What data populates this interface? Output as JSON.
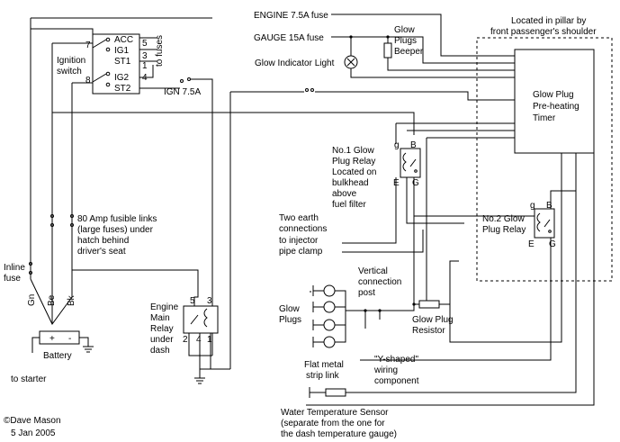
{
  "labels": {
    "engine_fuse": "ENGINE 7.5A fuse",
    "gauge_fuse": "GAUGE 15A fuse",
    "glow_indicator": "Glow Indicator Light",
    "glow_beeper_1": "Glow",
    "glow_beeper_2": "Plugs",
    "glow_beeper_3": "Beeper",
    "pillar_1": "Located in pillar by",
    "pillar_2": "front passenger's shoulder",
    "timer_1": "Glow Plug",
    "timer_2": "Pre-heating",
    "timer_3": "Timer",
    "ign_1": "Ignition",
    "ign_2": "switch",
    "acc": "ACC",
    "ig1": "IG1",
    "st1": "ST1",
    "ig2": "IG2",
    "st2": "ST2",
    "pin7": "7",
    "pin8": "8",
    "pin5": "5",
    "pin4": "4",
    "pin3": "3",
    "pin1": "1",
    "pin2": "2",
    "to_fuses": "to fuses",
    "ign_fuse": "IGN 7.5A",
    "relay1_1": "No.1 Glow",
    "relay1_2": "Plug Relay",
    "relay1_3": "Located on",
    "relay1_4": "bulkhead",
    "relay1_5": "above",
    "relay1_6": "fuel filter",
    "relay2_1": "No.2 Glow",
    "relay2_2": "Plug Relay",
    "g": "g",
    "B": "B",
    "E": "E",
    "G": "G",
    "fusible_1": "80 Amp fusible links",
    "fusible_2": "(large fuses) under",
    "fusible_3": "hatch behind",
    "fusible_4": "driver's seat",
    "earth_1": "Two earth",
    "earth_2": "connections",
    "earth_3": "to injector",
    "earth_4": "pipe clamp",
    "inline_1": "Inline",
    "inline_2": "fuse",
    "gn": "Gn",
    "be": "Be",
    "bk": "Bk",
    "battery": "Battery",
    "plus": "+",
    "minus": "-",
    "to_starter": "to starter",
    "main_relay_1": "Engine",
    "main_relay_2": "Main",
    "main_relay_3": "Relay",
    "main_relay_4": "under",
    "main_relay_5": "dash",
    "vertical_1": "Vertical",
    "vertical_2": "connection",
    "vertical_3": "post",
    "glow_plugs_1": "Glow",
    "glow_plugs_2": "Plugs",
    "resistor_1": "Glow Plug",
    "resistor_2": "Resistor",
    "strip_1": "Flat metal",
    "strip_2": "strip link",
    "yshape_1": "\"Y-shaped\"",
    "yshape_2": "wiring",
    "yshape_3": "component",
    "water_1": "Water Temperature Sensor",
    "water_2": "(separate from the one for",
    "water_3": "the dash temperature gauge)",
    "credit_1": "©Dave Mason",
    "credit_2": "5 Jan 2005"
  }
}
